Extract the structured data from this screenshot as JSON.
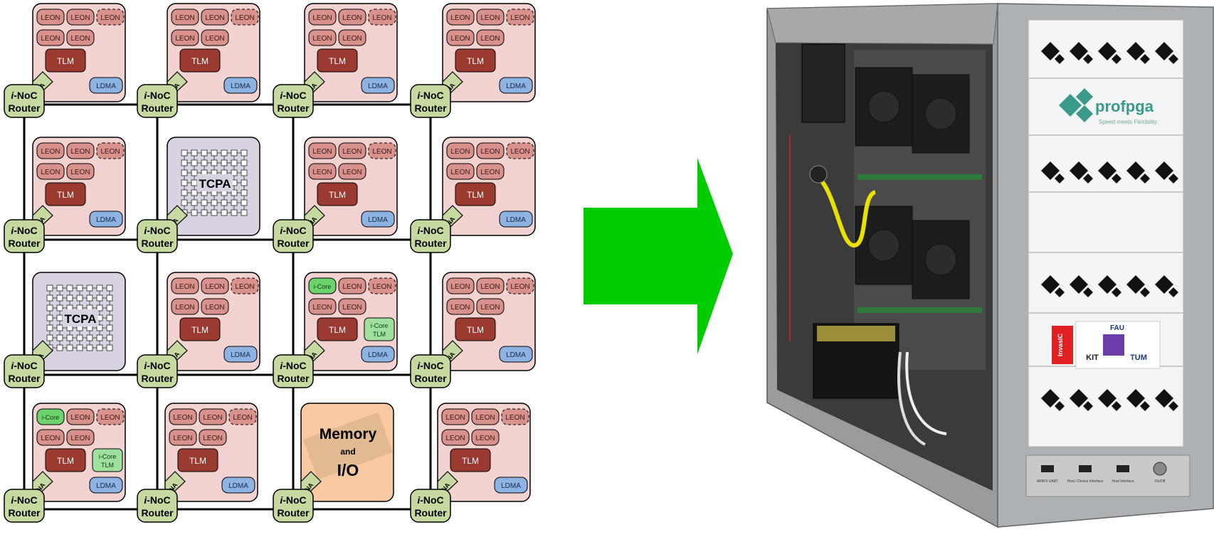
{
  "labels": {
    "router_line1_italic": "i",
    "router_line1_rest": "-NoC",
    "router_line2": "Router",
    "leon": "LEON",
    "tlm": "TLM",
    "ldma": "LDMA",
    "ina": "i-NA",
    "na": "NA",
    "icore": "i-Core",
    "icore_tlm_line1": "i-Core",
    "icore_tlm_line2": "TLM",
    "tcpa": "TCPA",
    "memory": "Memory",
    "and": "and",
    "io": "I/O"
  },
  "hardware_panel": {
    "brand": "profpga",
    "brand_tagline": "Speed meets Flexibility",
    "logo_invasic": "InvasIC",
    "logo_fau": "FAU",
    "logo_kit": "KIT",
    "logo_tum": "TUM",
    "port_1": "ARM-5 UART",
    "port_2": "Host / Device Interface",
    "port_3": "Host Interface",
    "port_4": "On/Off"
  },
  "colors": {
    "tile_fill": "#f2d3d1",
    "leon_fill": "#d9928b",
    "tlm_fill": "#9a3a31",
    "ldma_fill": "#8db3e2",
    "router_fill": "#c6d9a1",
    "tcpa_fill": "#d9d2e0",
    "memory_fill": "#f9c9a1",
    "icore_fill": "#6dd36d",
    "arrow_fill": "#00cc00"
  }
}
